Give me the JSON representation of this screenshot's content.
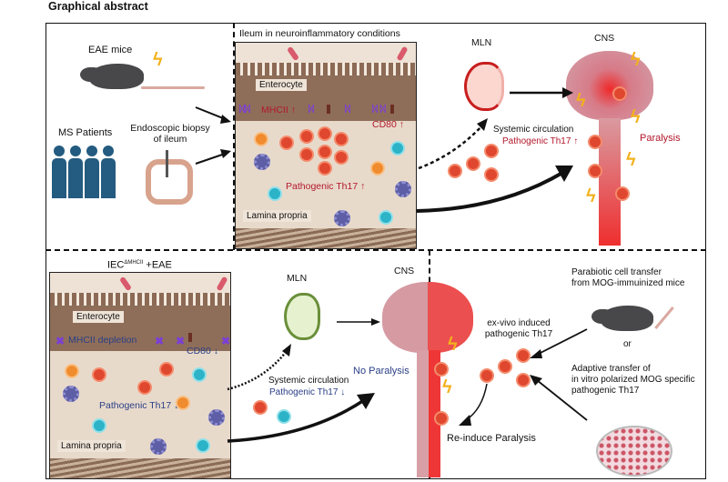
{
  "title": "Graphical abstract",
  "top": {
    "left": {
      "eae_mice": "EAE mice",
      "ms_patients": "MS Patients",
      "biopsy": "Endoscopic biopsy of ileum"
    },
    "ileum": {
      "heading": "Ileum in neuroinflammatory conditions",
      "enterocyte": "Enterocyte",
      "mhcii": "MHCII ↑",
      "cd80": "CD80 ↑",
      "pathogenic": "Pathogenic Th17 ↑",
      "lamina": "Lamina propria"
    },
    "right": {
      "mln": "MLN",
      "cns": "CNS",
      "systemic": "Systemic circulation",
      "pathogenic": "Pathogenic Th17 ↑",
      "paralysis": "Paralysis"
    }
  },
  "bottom": {
    "left": {
      "heading_main": "IEC",
      "heading_sup": "ΔMHCII",
      "heading_tail": " +EAE",
      "enterocyte": "Enterocyte",
      "mhcii": "MHCII depletion",
      "cd80": "CD80 ↓",
      "pathogenic": "Pathogenic Th17 ↓",
      "lamina": "Lamina propria"
    },
    "middle": {
      "mln": "MLN",
      "cns": "CNS",
      "no_paralysis": "No Paralysis",
      "systemic": "Systemic circulation",
      "pathogenic": "Pathogenic Th17 ↓"
    },
    "right": {
      "exvivo_line1": "ex-vivo induced",
      "exvivo_line2": "pathogenic Th17",
      "reinduce": "Re-induce Paralysis",
      "parabiotic_line1": "Parabiotic cell transfer",
      "parabiotic_line2": "from MOG-immuinized mice",
      "or": "or",
      "adaptive_line1": "Adaptive transfer of",
      "adaptive_line2": "in vitro polarized MOG specific",
      "adaptive_line3": "pathogenic Th17"
    }
  },
  "colors": {
    "upregulated": "#b2182b",
    "downregulated": "#2a3f86",
    "th17": "#e0472f",
    "lightning": "#f3b11c"
  }
}
